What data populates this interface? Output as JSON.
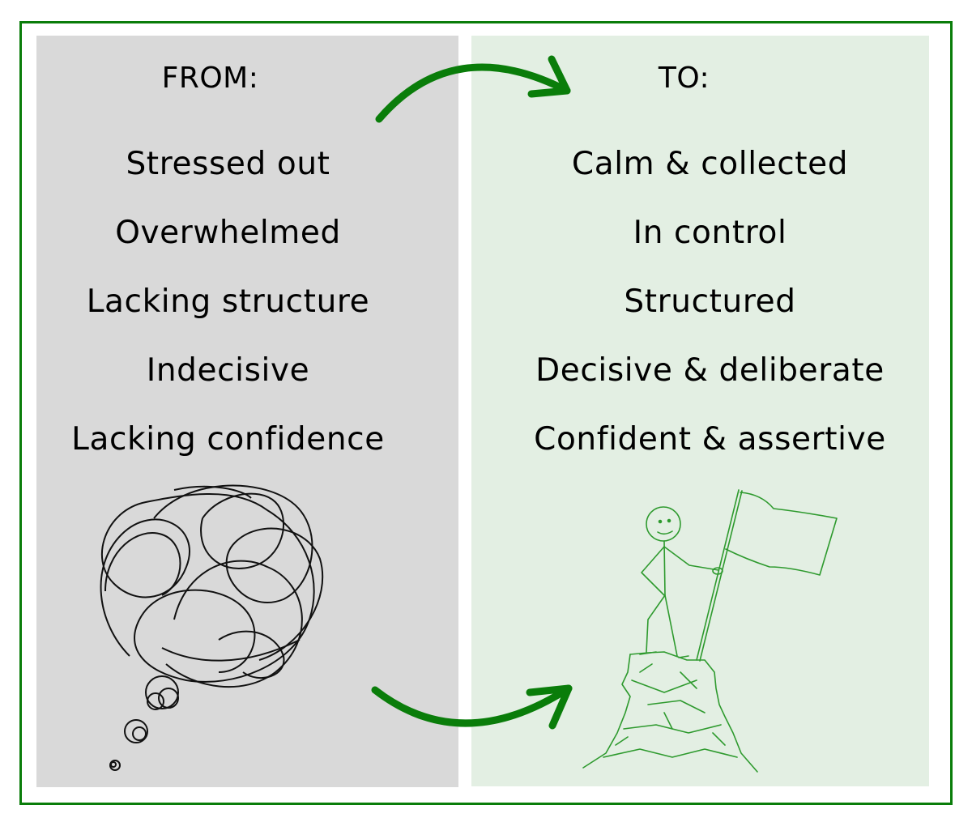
{
  "from": {
    "heading": "FROM:",
    "items": [
      "Stressed out",
      "Overwhelmed",
      "Lacking structure",
      "Indecisive",
      "Lacking confidence"
    ],
    "illustration": "tangled-thought-bubble"
  },
  "to": {
    "heading": "TO:",
    "items": [
      "Calm & collected",
      "In control",
      "Structured",
      "Decisive & deliberate",
      "Confident & assertive"
    ],
    "illustration": "stick-figure-with-flag-on-summit"
  },
  "colors": {
    "accent_green": "#0a7d0a",
    "from_panel_bg": "#d9d9d9",
    "to_panel_bg": "#e3efe3",
    "sketch_green": "#2e9a2e"
  }
}
